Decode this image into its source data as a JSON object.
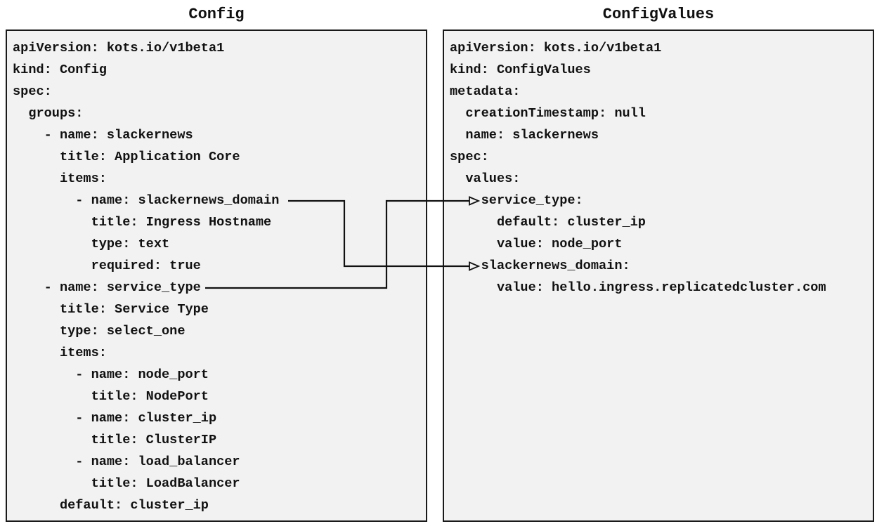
{
  "left_panel": {
    "title": "Config",
    "lines": [
      "apiVersion: kots.io/v1beta1",
      "kind: Config",
      "spec:",
      "  groups:",
      "    - name: slackernews",
      "      title: Application Core",
      "      items:",
      "        - name: slackernews_domain",
      "          title: Ingress Hostname",
      "          type: text",
      "          required: true",
      "    - name: service_type",
      "      title: Service Type",
      "      type: select_one",
      "      items:",
      "        - name: node_port",
      "          title: NodePort",
      "        - name: cluster_ip",
      "          title: ClusterIP",
      "        - name: load_balancer",
      "          title: LoadBalancer",
      "      default: cluster_ip"
    ]
  },
  "right_panel": {
    "title": "ConfigValues",
    "lines": [
      "apiVersion: kots.io/v1beta1",
      "kind: ConfigValues",
      "metadata:",
      "  creationTimestamp: null",
      "  name: slackernews",
      "spec:",
      "  values:",
      "    service_type:",
      "      default: cluster_ip",
      "      value: node_port",
      "    slackernews_domain:",
      "      value: hello.ingress.replicatedcluster.com"
    ]
  },
  "connections": [
    {
      "from": "Config item slackernews_domain",
      "to": "ConfigValues key slackernews_domain"
    },
    {
      "from": "Config item service_type",
      "to": "ConfigValues key service_type"
    }
  ],
  "colors": {
    "canvas_bg": "#ffffff",
    "panel_bg": "#f2f2f2",
    "panel_border": "#1a1a1a",
    "text": "#111111",
    "arrow": "#111111"
  }
}
